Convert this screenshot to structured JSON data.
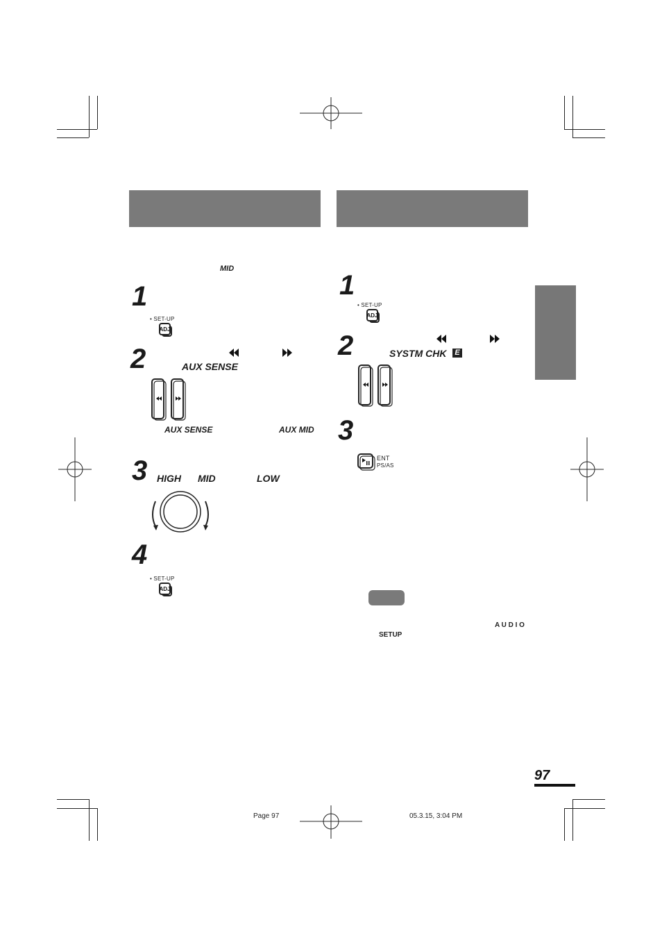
{
  "left": {
    "intro_value": "MID",
    "step1_number": "1",
    "step2_number": "2",
    "step2_label": "AUX SENSE",
    "step2_note_left": "AUX SENSE",
    "step2_note_right": "AUX MID",
    "step3_number": "3",
    "step3_high": "HIGH",
    "step3_mid": "MID",
    "step3_low": "LOW",
    "step4_number": "4"
  },
  "right": {
    "step1_number": "1",
    "step2_number": "2",
    "step2_label": "SYSTM CHK",
    "step2_badge": "E",
    "step3_number": "3",
    "note_word": "A U D I O",
    "note_setup": "SETUP"
  },
  "buttons": {
    "setup_caption": "• SET-UP",
    "adj_label": "ADJ",
    "ent_label": "ENT",
    "psas_label": "PS/AS"
  },
  "footer": {
    "page_text": "Page 97",
    "timestamp": "05.3.15, 3:04 PM",
    "page_number": "97"
  },
  "colors": {
    "header_bar": "#7a7a7a",
    "side_tab": "#777777",
    "text": "#1a1a1a"
  }
}
